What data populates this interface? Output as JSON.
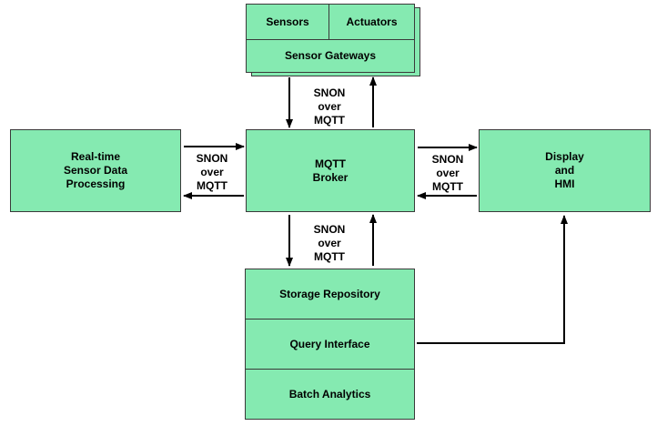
{
  "colors": {
    "box_fill": "#85eab1",
    "box_border": "#3a3a3a",
    "arrow": "#000000"
  },
  "gateway_group": {
    "sensors": "Sensors",
    "actuators": "Actuators",
    "gateways": "Sensor Gateways"
  },
  "broker": "MQTT\nBroker",
  "realtime": "Real-time\nSensor Data\nProcessing",
  "display": "Display\nand\nHMI",
  "storage_group": {
    "storage": "Storage Repository",
    "query": "Query Interface",
    "batch": "Batch Analytics"
  },
  "link_labels": {
    "top": "SNON\nover\nMQTT",
    "left": "SNON\nover\nMQTT",
    "right": "SNON\nover\nMQTT",
    "bottom": "SNON\nover\nMQTT"
  }
}
